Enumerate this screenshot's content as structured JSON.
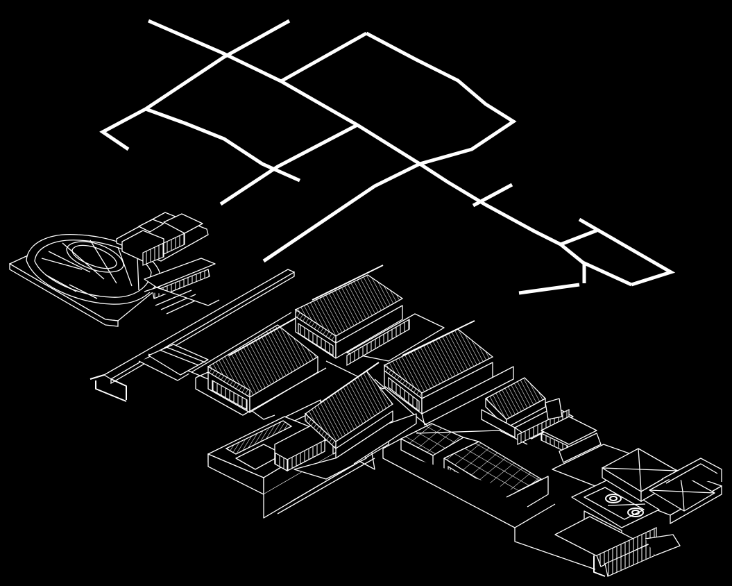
{
  "diagram": {
    "type": "axonometric-line-drawing",
    "colors": {
      "background": "#000000",
      "line": "#ffffff"
    },
    "elements": [
      {
        "name": "street-network"
      },
      {
        "name": "stadium-oval-roof"
      },
      {
        "name": "west-annex-blocks"
      },
      {
        "name": "elevated-walkway"
      },
      {
        "name": "pitched-roof-hall-1"
      },
      {
        "name": "pitched-roof-hall-2"
      },
      {
        "name": "pitched-roof-hall-3"
      },
      {
        "name": "pitched-roof-hall-4"
      },
      {
        "name": "glass-roof-hall"
      },
      {
        "name": "small-pitched-roof-pavilion"
      },
      {
        "name": "pyramid-roof-pavilion"
      },
      {
        "name": "terrace-block"
      },
      {
        "name": "east-podium"
      }
    ]
  }
}
